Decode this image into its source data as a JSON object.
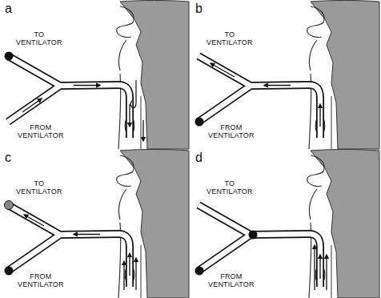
{
  "diagram": {
    "labels": [
      "a",
      "TO VENTILATOR",
      "FROM VENTILATOR",
      "b",
      "TO VENTILATOR",
      "FROM VENTILATOR",
      "c",
      "TO VENTILATOR",
      "FROM VENTILATOR",
      "d",
      "TO VENTILATOR",
      "FROM VENTILATOR"
    ]
  }
}
